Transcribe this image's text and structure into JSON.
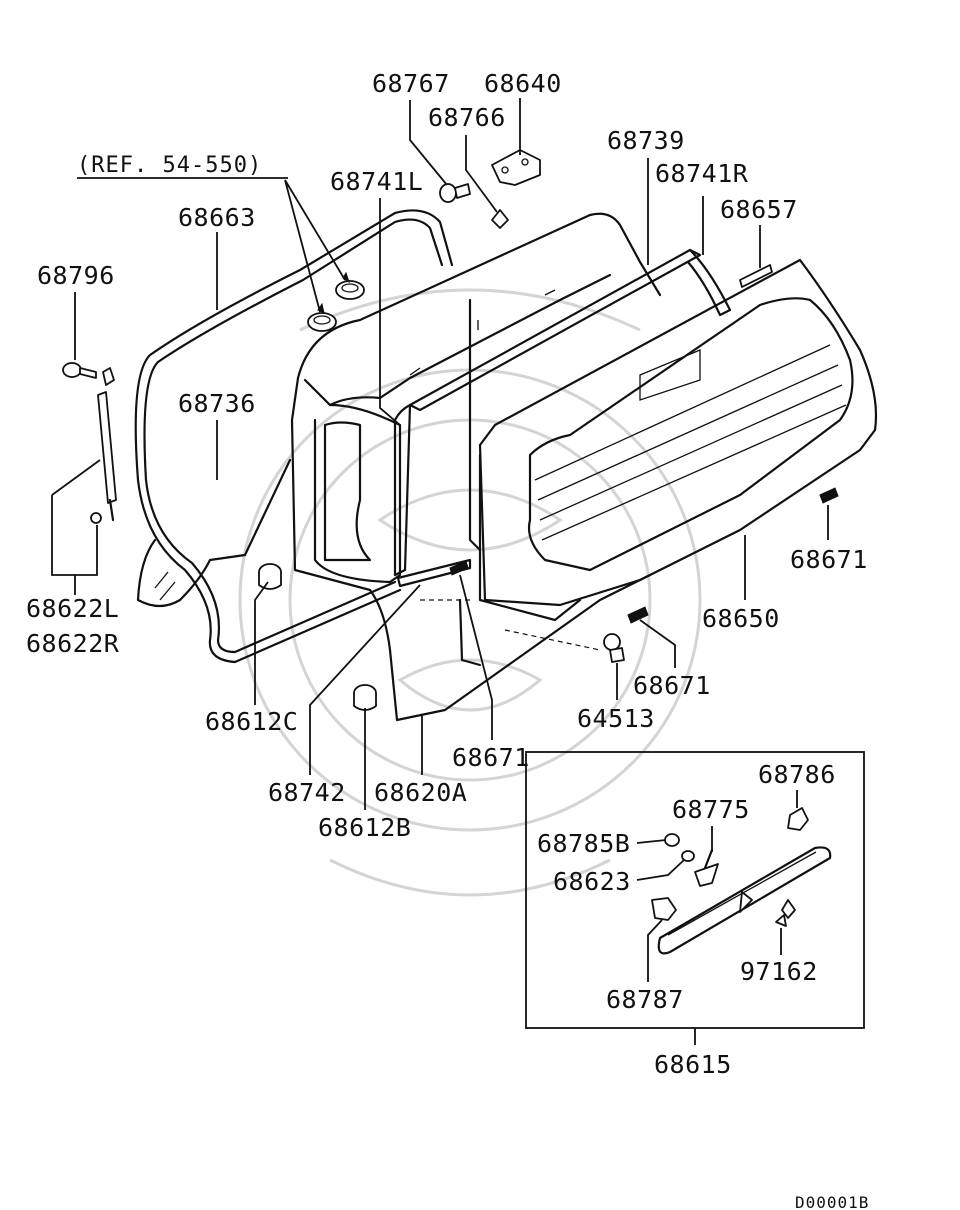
{
  "labels": {
    "ref": "(REF. 54-550)",
    "p68767": "68767",
    "p68640": "68640",
    "p68766": "68766",
    "p68739": "68739",
    "p68741L": "68741L",
    "p68741R": "68741R",
    "p68663": "68663",
    "p68657": "68657",
    "p68796": "68796",
    "p68736": "68736",
    "p68671a": "68671",
    "p68650": "68650",
    "p68622L": "68622L",
    "p68622R": "68622R",
    "p68671b": "68671",
    "p64513": "64513",
    "p68612C": "68612C",
    "p68671c": "68671",
    "p68742": "68742",
    "p68620A": "68620A",
    "p68612B": "68612B",
    "p68786": "68786",
    "p68775": "68775",
    "p68785B": "68785B",
    "p68623": "68623",
    "p97162": "97162",
    "p68787": "68787",
    "p68615": "68615",
    "diagram_code": "D00001B"
  }
}
